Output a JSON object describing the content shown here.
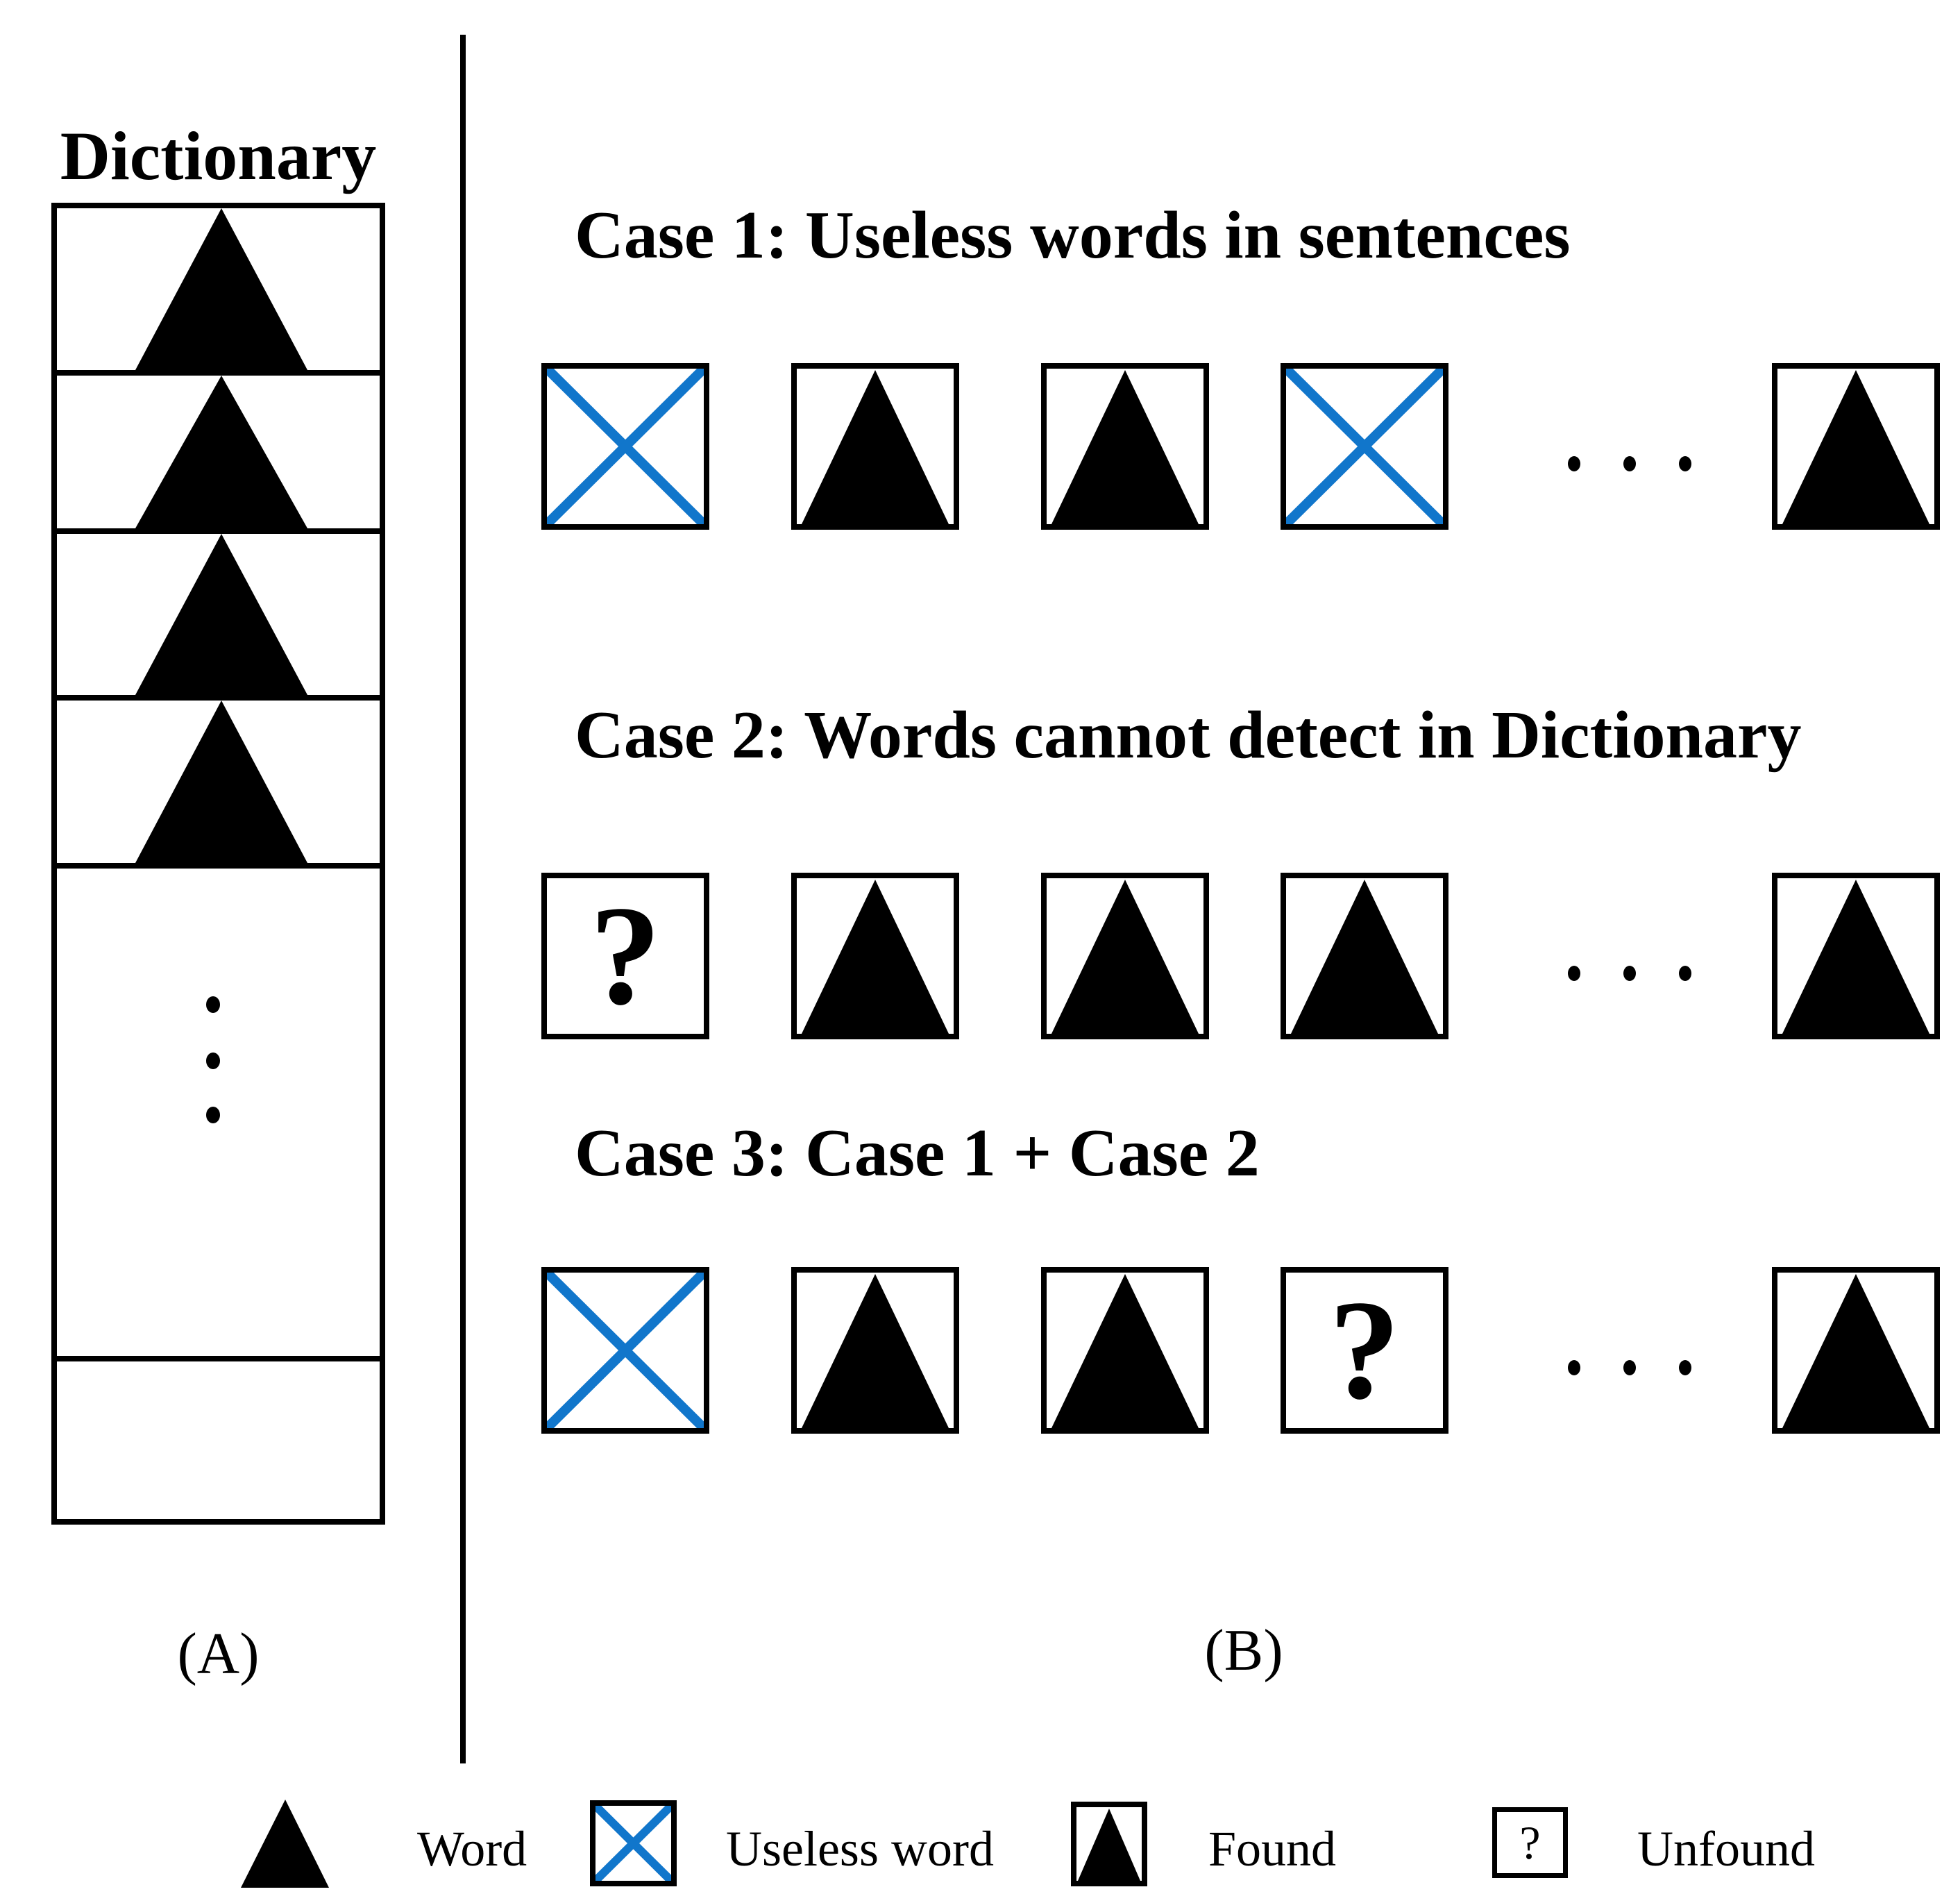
{
  "colors": {
    "black": "#000000",
    "blue": "#1176cb",
    "background": "#ffffff"
  },
  "symbols": {
    "unfound": "?",
    "ellipsis_dots": "..."
  },
  "dictionary": {
    "title": "Dictionary",
    "rows": [
      "word",
      "word",
      "word",
      "word",
      "ellipsis",
      "empty"
    ]
  },
  "panel_labels": {
    "left": "(A)",
    "right": "(B)"
  },
  "cases": [
    {
      "title": "Case 1: Useless words in sentences",
      "boxes": [
        "useless_word",
        "found_word",
        "found_word",
        "useless_word",
        "found_word"
      ],
      "ellipsis": "..."
    },
    {
      "title": "Case 2: Words cannot detect in Dictionary",
      "boxes": [
        "unfound_word",
        "found_word",
        "found_word",
        "found_word",
        "found_word"
      ],
      "ellipsis": "..."
    },
    {
      "title": "Case 3: Case 1 + Case 2",
      "boxes": [
        "useless_word",
        "found_word",
        "found_word",
        "unfound_word",
        "found_word"
      ],
      "ellipsis": "..."
    }
  ],
  "legend": [
    {
      "symbol": "word-triangle",
      "label": "Word"
    },
    {
      "symbol": "useless-cross-box",
      "label": "Useless word"
    },
    {
      "symbol": "found-triangle-box",
      "label": "Found"
    },
    {
      "symbol": "unfound-question-box",
      "label": "Unfound"
    }
  ]
}
